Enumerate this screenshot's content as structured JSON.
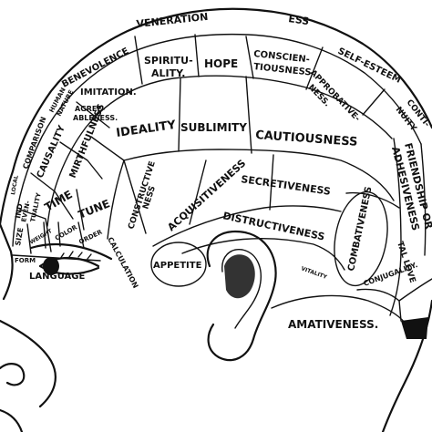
{
  "regions": {
    "veneration": "VENERATION",
    "benevolence": "BENEVOLENCE",
    "spirituality_1": "SPIRITU-",
    "spirituality_2": "ALITY.",
    "hope": "HOPE",
    "conscientiousness_1": "CONSCIEN-",
    "conscientiousness_2": "TIOUSNESS",
    "self_esteem": "SELF-ESTEEM",
    "continuity_1": "CONTI-",
    "continuity_2": "NUITY",
    "human_nature_1": "HUMAN",
    "human_nature_2": "NATURE",
    "imitation": "IMITATION.",
    "approbativeness_1": "APPROBATIVE-",
    "approbativeness_2": "NESS.",
    "comparison": "COMPARISON",
    "agreeableness_1": "AGREE-",
    "agreeableness_2": "ABLENESS.",
    "causality": "CAUSALITY",
    "mirthfulness": "MIRTHFULNESS",
    "ideality": "IDEALITY",
    "sublimity": "SUBLIMITY",
    "cautiousness": "CAUTIOUSNESS",
    "friendship_1": "FRIENDSHIP OR",
    "friendship_2": "ADHESIVENESS",
    "eventuality_1": "EVEN-",
    "eventuality_2": "TUALITY",
    "time": "TIME",
    "tune": "TUNE",
    "constructiveness_1": "CONSTRUCTIVE",
    "constructiveness_2": "NESS",
    "acquisitiveness": "ACQUISITIVENESS",
    "secretiveness": "SECRETIVENESS",
    "destructiveness": "DISTRUCTIVENESS",
    "combativeness": "COMBATIVENESS",
    "size": "SIZE",
    "individuality": "IND",
    "locality": "LOCAL",
    "weight": "WEIGHT",
    "color": "COLOR",
    "order": "ORDER",
    "calculation": "CALCULATION",
    "form": "FORM",
    "language": "LANGUAGE",
    "appetite": "APPETITE",
    "vitality": "VITALITY",
    "conjugality": "CONJUGALITY.",
    "parental_love": "TAL LOVE",
    "amativeness": "AMATIVENESS."
  }
}
